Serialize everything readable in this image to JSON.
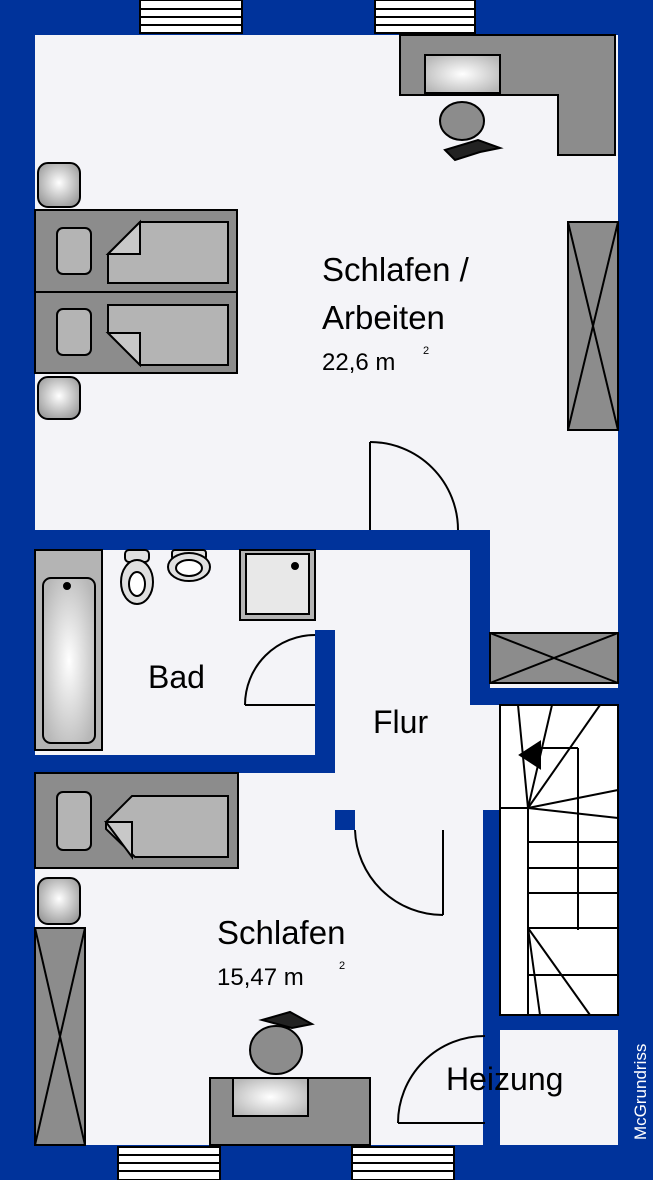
{
  "rooms": {
    "schlafen_arbeiten": {
      "line1": "Schlafen /",
      "line2": "Arbeiten",
      "area": "22,6 m",
      "area_sup": "2"
    },
    "bad": {
      "name": "Bad"
    },
    "flur": {
      "name": "Flur"
    },
    "schlafen": {
      "name": "Schlafen",
      "area": "15,47 m",
      "area_sup": "2"
    },
    "heizung": {
      "name": "Heizung"
    }
  },
  "brand": "McGrundriss",
  "colors": {
    "wall": "#00339b",
    "floor": "#f4f4f8",
    "furniture": "#b4b4b4",
    "furniture_dark": "#8c8c8c",
    "outline": "#000000"
  },
  "icons": [
    "bed-icon",
    "desk-icon",
    "office-chair-icon",
    "wardrobe-icon",
    "bathtub-icon",
    "toilet-icon",
    "sink-icon",
    "shower-icon",
    "staircase-icon",
    "window-icon",
    "door-icon"
  ]
}
